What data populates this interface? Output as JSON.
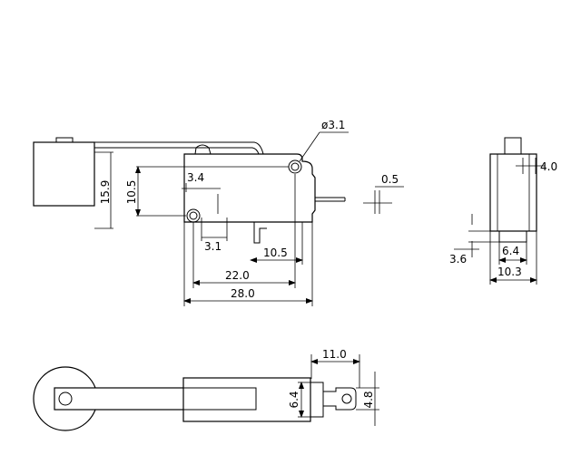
{
  "dimensions": {
    "hole_dia": "ø3.1",
    "overall_height": "15.9",
    "hole_spacing_v": "10.5",
    "hole_offset_x": "3.4",
    "hole_offset_y": "3.1",
    "terminal_spacing": "10.5",
    "hole_spacing_h": "22.0",
    "body_length": "28.0",
    "terminal_thickness": "0.5",
    "side_width": "4.0",
    "plunger_width": "6.4",
    "side_offset": "3.6",
    "side_body_width": "10.3",
    "bottom_length": "11.0",
    "bottom_height": "6.4",
    "terminal_width": "4.8"
  }
}
